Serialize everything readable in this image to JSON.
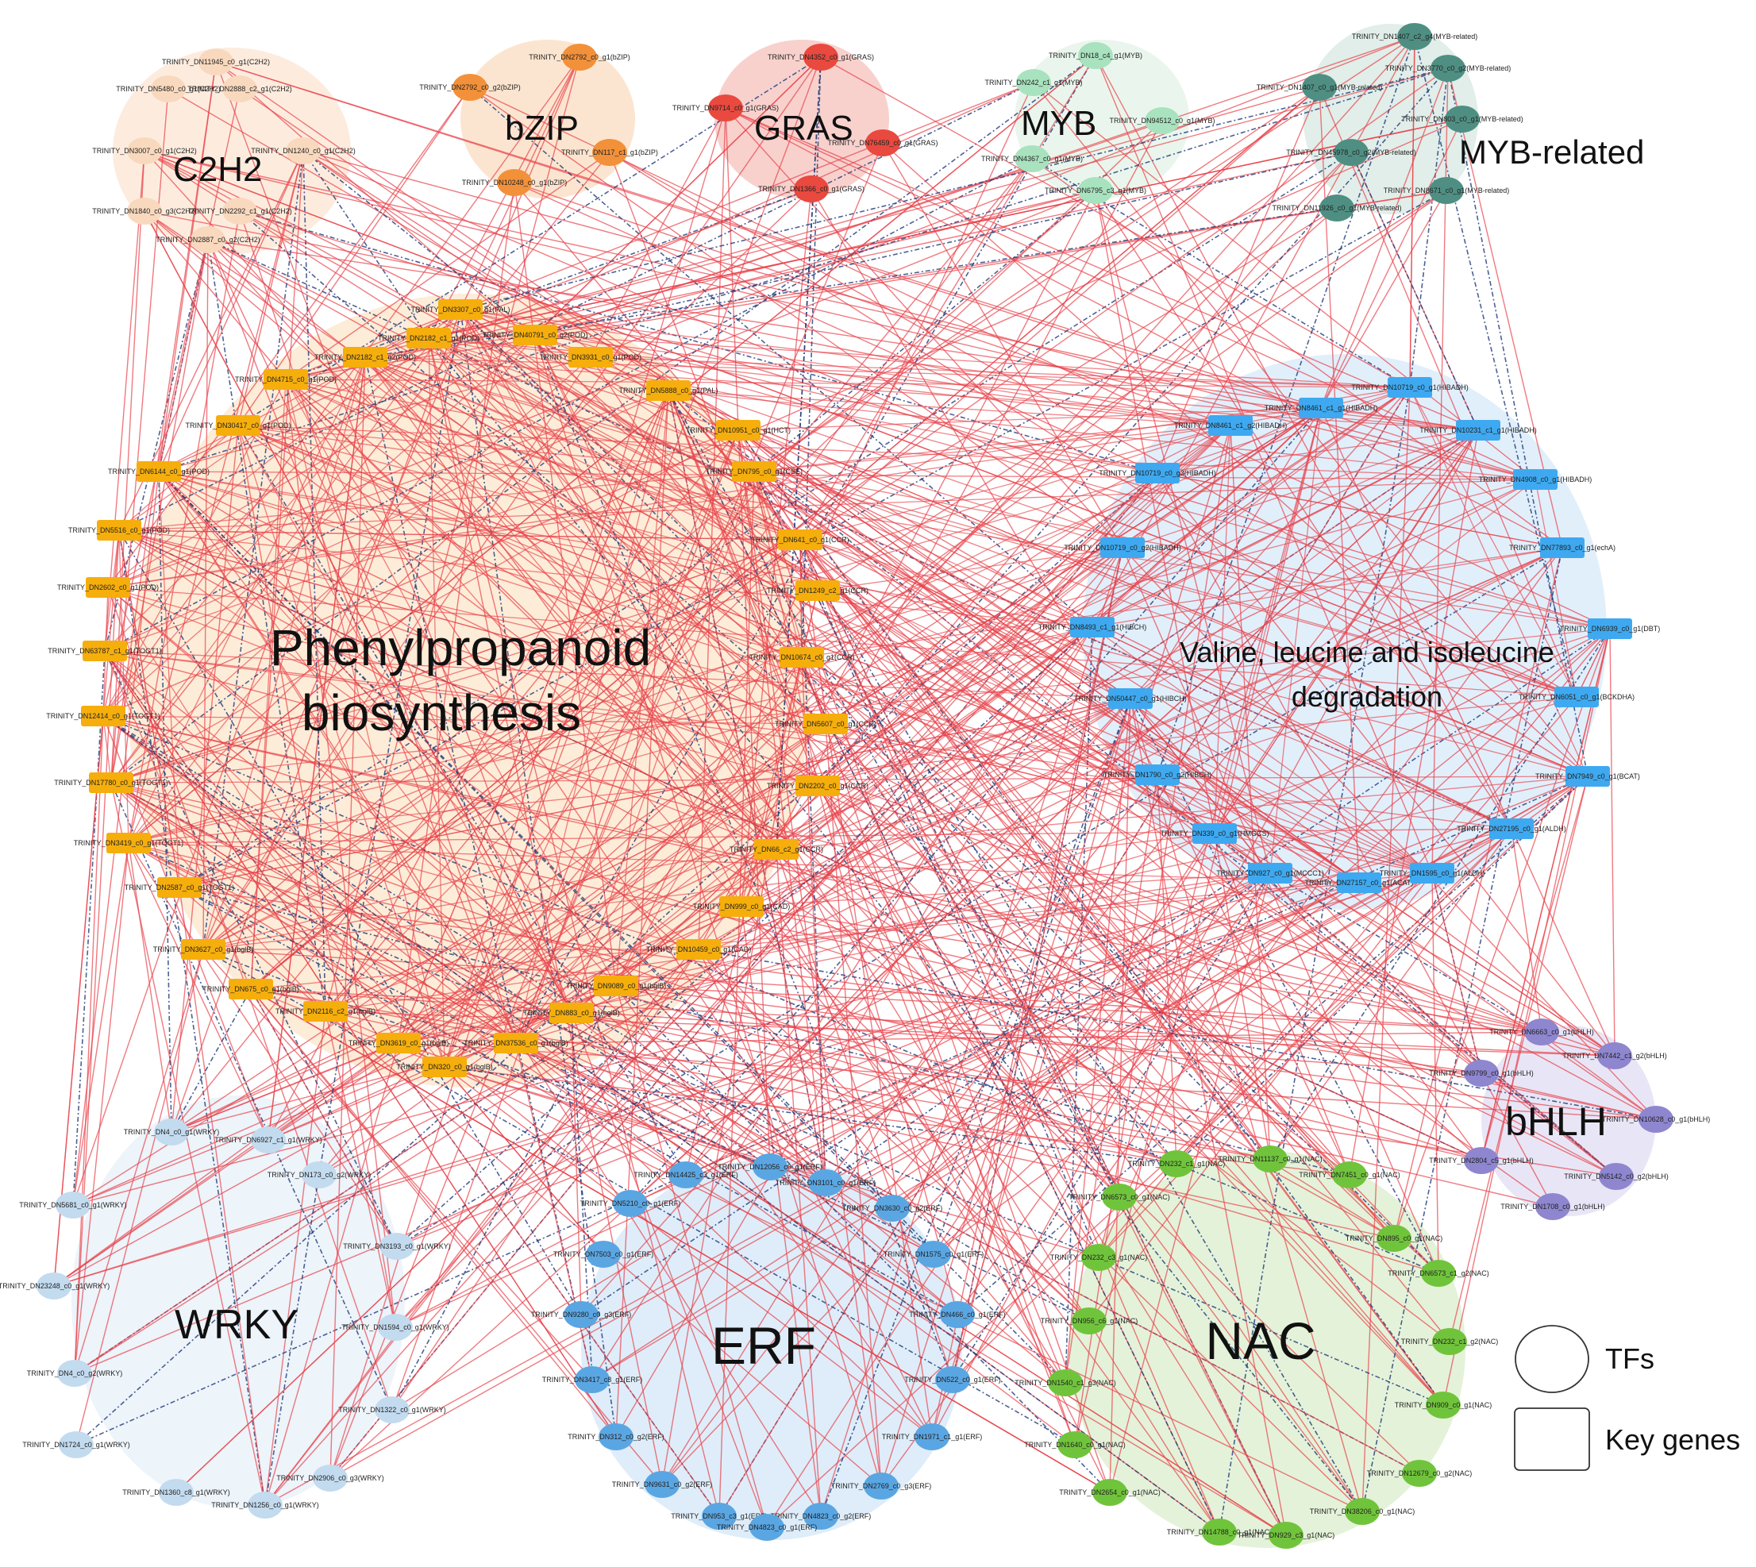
{
  "colors": {
    "edge_positive": "#e8424a",
    "edge_negative": "#1f3a78",
    "C2H2": "#f9d9be",
    "bZIP": "#f2913a",
    "GRAS": "#e9493e",
    "MYB": "#a9e2be",
    "MYB_related": "#4f8f83",
    "key_gene_phenyl": "#f5ae0c",
    "key_gene_valine": "#3ea9f0",
    "bHLH": "#8e86cf",
    "NAC": "#70c43b",
    "ERF": "#5aa6e3",
    "WRKY": "#c3dbef"
  },
  "groups": [
    {
      "id": "C2H2",
      "label": "C2H2",
      "color": "#f9d9be",
      "halo": "#fde9d8",
      "nodes": [
        "TRINITY_DN11945_c0_g1(C2H2)",
        "TRINITY_DN5480_c0_g1(C2H2)",
        "TRINITY_DN2888_c2_g1(C2H2)",
        "TRINITY_DN3007_c0_g1(C2H2)",
        "TRINITY_DN1240_c0_g1(C2H2)",
        "TRINITY_DN1840_c0_g3(C2H2)",
        "TRINITY_DN2292_c1_g1(C2H2)",
        "TRINITY_DN2887_c0_g2(C2H2)"
      ]
    },
    {
      "id": "bZIP",
      "label": "bZIP",
      "color": "#f2913a",
      "halo": "#fbe0c8",
      "nodes": [
        "TRINITY_DN2792_c0_g1(bZIP)",
        "TRINITY_DN2792_c0_g2(bZIP)",
        "TRINITY_DN117_c1_g1(bZIP)",
        "TRINITY_DN10248_c0_g1(bZIP)"
      ]
    },
    {
      "id": "GRAS",
      "label": "GRAS",
      "color": "#e9493e",
      "halo": "#f7c9c4",
      "nodes": [
        "TRINITY_DN4352_c0_g1(GRAS)",
        "TRINITY_DN9714_c0_g1(GRAS)",
        "TRINITY_DN76459_c0_g1(GRAS)",
        "TRINITY_DN1366_c0_g1(GRAS)"
      ]
    },
    {
      "id": "MYB",
      "label": "MYB",
      "color": "#a9e2be",
      "halo": "#e6f5ea",
      "nodes": [
        "TRINITY_DN18_c4_g1(MYB)",
        "TRINITY_DN242_c1_g1(MYB)",
        "TRINITY_DN94512_c0_g1(MYB)",
        "TRINITY_DN4367_c0_g1(MYB)",
        "TRINITY_DN6795_c3_g1(MYB)"
      ]
    },
    {
      "id": "MYB-related",
      "label": "MYB-related",
      "color": "#4f8f83",
      "halo": "#dcebe5",
      "nodes": [
        "TRINITY_DN1407_c2_g4(MYB-related)",
        "TRINITY_DN3770_c0_g2(MYB-related)",
        "TRINITY_DN1407_c0_g1(MYB-related)",
        "TRINITY_DN803_c0_g1(MYB-related)",
        "TRINITY_DN45978_c0_g2(MYB-related)",
        "TRINITY_DN8671_c0_g1(MYB-related)",
        "TRINITY_DN11926_c0_g1(MYB-related)"
      ]
    },
    {
      "id": "Phenylpropanoid",
      "label_line1": "Phenylpropanoid",
      "label_line2": "biosynthesis",
      "color": "#f5ae0c",
      "halo": "#fde9d0",
      "nodes": [
        "TRINITY_DN3307_c0_g1(PAL)",
        "TRINITY_DN2182_c1_g1(POD)",
        "TRINITY_DN40791_c0_g2(POD)",
        "TRINITY_DN2182_c1_g2(POD)",
        "TRINITY_DN3931_c0_g1(POD)",
        "TRINITY_DN4715_c0_g1(POD)",
        "TRINITY_DN5888_c0_g1(PAL)",
        "TRINITY_DN30417_c0_g1(POD)",
        "TRINITY_DN10951_c0_g1(HCT)",
        "TRINITY_DN6144_c0_g1(POD)",
        "TRINITY_DN795_c0_g1(CSE)",
        "TRINITY_DN5516_c0_g1(POD)",
        "TRINITY_DN641_c0_g1(CCR)",
        "TRINITY_DN2602_c0_g1(POD)",
        "TRINITY_DN1249_c2_g1(CCR)",
        "TRINITY_DN63787_c1_g1(TOGT1)",
        "TRINITY_DN10674_c0_g1(CCR)",
        "TRINITY_DN12414_c0_g1(TOGT1)",
        "TRINITY_DN5607_c0_g1(CCR)",
        "TRINITY_DN17780_c0_g1(TOGT1)",
        "TRINITY_DN2202_c0_g1(CCR)",
        "TRINITY_DN3419_c0_g1(TOGT1)",
        "TRINITY_DN66_c2_g1(CCR)",
        "TRINITY_DN2587_c0_g1(TOGT1)",
        "TRINITY_DN999_c0_g1(CAD)",
        "TRINITY_DN3627_c0_g1(bglB)",
        "TRINITY_DN10459_c0_g1(CAD)",
        "TRINITY_DN675_c0_g1(bglB)",
        "TRINITY_DN9089_c0_g1(bglB)",
        "TRINITY_DN2116_c2_g1(bglB)",
        "TRINITY_DN883_c0_g1(bglB)",
        "TRINITY_DN3619_c0_g1(bglB)",
        "TRINITY_DN37536_c0_g1(bglB)",
        "TRINITY_DN320_c0_g1(bglB)"
      ]
    },
    {
      "id": "Valine",
      "label_line1": "Valine, leucine and isoleucine",
      "label_line2": "degradation",
      "color": "#3ea9f0",
      "halo": "#dcecfa",
      "nodes": [
        "TRINITY_DN10719_c0_g1(HIBADH)",
        "TRINITY_DN8461_c1_g1(HIBADH)",
        "TRINITY_DN8461_c1_g2(HIBADH)",
        "TRINITY_DN10231_c1_g1(HIBADH)",
        "TRINITY_DN10719_c0_g3(HIBADH)",
        "TRINITY_DN4908_c0_g1(HIBADH)",
        "TRINITY_DN10719_c0_g2(HIBADH)",
        "TRINITY_DN77893_c0_g1(echA)",
        "TRINITY_DN8493_c1_g1(HIBCH)",
        "TRINITY_DN6939_c0_g1(DBT)",
        "TRINITY_DN50447_c0_g1(HIBCH)",
        "TRINITY_DN6051_c0_g1(BCKDHA)",
        "TRINITY_DN1790_c0_g2(HIBCH)",
        "TRINITY_DN7949_c0_g1(BCAT)",
        "TRINITY_DN339_c0_g1(HMGCS)",
        "TRINITY_DN27195_c0_g1(ALDH)",
        "TRINITY_DN927_c0_g1(MCCC1)",
        "TRINITY_DN27157_c0_g1(ACAT)",
        "TRINITY_DN1595_c0_g1(ALDH)"
      ]
    },
    {
      "id": "bHLH",
      "label": "bHLH",
      "color": "#8e86cf",
      "halo": "#e4e2f5",
      "nodes": [
        "TRINITY_DN6663_c0_g1(bHLH)",
        "TRINITY_DN7442_c1_g2(bHLH)",
        "TRINITY_DN9799_c0_g1(bHLH)",
        "TRINITY_DN10628_c0_g1(bHLH)",
        "TRINITY_DN2804_c5_g1(bHLH)",
        "TRINITY_DN5142_c0_g2(bHLH)",
        "TRINITY_DN1708_c0_g1(bHLH)"
      ]
    },
    {
      "id": "WRKY",
      "label": "WRKY",
      "color": "#c3dbef",
      "halo": "#eaf2f9",
      "nodes": [
        "TRINITY_DN4_c0_g1(WRKY)",
        "TRINITY_DN6927_c1_g1(WRKY)",
        "TRINITY_DN173_c0_g2(WRKY)",
        "TRINITY_DN5681_c0_g1(WRKY)",
        "TRINITY_DN3193_c0_g1(WRKY)",
        "TRINITY_DN23248_c0_g1(WRKY)",
        "TRINITY_DN1594_c0_g1(WRKY)",
        "TRINITY_DN4_c0_g2(WRKY)",
        "TRINITY_DN1322_c0_g1(WRKY)",
        "TRINITY_DN1724_c0_g1(WRKY)",
        "TRINITY_DN2906_c0_g3(WRKY)",
        "TRINITY_DN1360_c8_g1(WRKY)",
        "TRINITY_DN1256_c0_g1(WRKY)"
      ]
    },
    {
      "id": "ERF",
      "label": "ERF",
      "color": "#5aa6e3",
      "halo": "#d8eaf8",
      "nodes": [
        "TRINITY_DN14425_c3_g1(ERF)",
        "TRINITY_DN12056_c0_g1(ERF)",
        "TRINITY_DN3101_c0_g1(ERF)",
        "TRINITY_DN5210_c0_g1(ERF)",
        "TRINITY_DN3630_c0_g2(ERF)",
        "TRINITY_DN7503_c0_g1(ERF)",
        "TRINITY_DN1575_c0_g1(ERF)",
        "TRINITY_DN9280_c0_g3(ERF)",
        "TRINITY_DN466_c0_g1(ERF)",
        "TRINITY_DN3417_c8_g1(ERF)",
        "TRINITY_DN522_c0_g1(ERF)",
        "TRINITY_DN312_c0_g2(ERF)",
        "TRINITY_DN1971_c1_g1(ERF)",
        "TRINITY_DN9631_c0_g2(ERF)",
        "TRINITY_DN2769_c0_g3(ERF)",
        "TRINITY_DN953_c3_g1(ERF)",
        "TRINITY_DN4823_c0_g2(ERF)",
        "TRINITY_DN4823_c0_g1(ERF)"
      ]
    },
    {
      "id": "NAC",
      "label": "NAC",
      "color": "#70c43b",
      "halo": "#dff0d2",
      "nodes": [
        "TRINITY_DN232_c1_g1(NAC)",
        "TRINITY_DN11137_c0_g1(NAC)",
        "TRINITY_DN6573_c0_g1(NAC)",
        "TRINITY_DN7451_c0_g1(NAC)",
        "TRINITY_DN895_c0_g1(NAC)",
        "TRINITY_DN232_c3_g1(NAC)",
        "TRINITY_DN6573_c1_g2(NAC)",
        "TRINITY_DN956_c6_g1(NAC)",
        "TRINITY_DN232_c1_g2(NAC)",
        "TRINITY_DN1540_c1_g3(NAC)",
        "TRINITY_DN909_c0_g1(NAC)",
        "TRINITY_DN1640_c0_g1(NAC)",
        "TRINITY_DN12679_c0_g2(NAC)",
        "TRINITY_DN2654_c0_g1(NAC)",
        "TRINITY_DN38206_c0_g1(NAC)",
        "TRINITY_DN14788_c0_g1(NAC)",
        "TRINITY_DN929_c3_g1(NAC)"
      ]
    }
  ],
  "legend": {
    "tfs_label": "TFs",
    "key_genes_label": "Key genes"
  }
}
